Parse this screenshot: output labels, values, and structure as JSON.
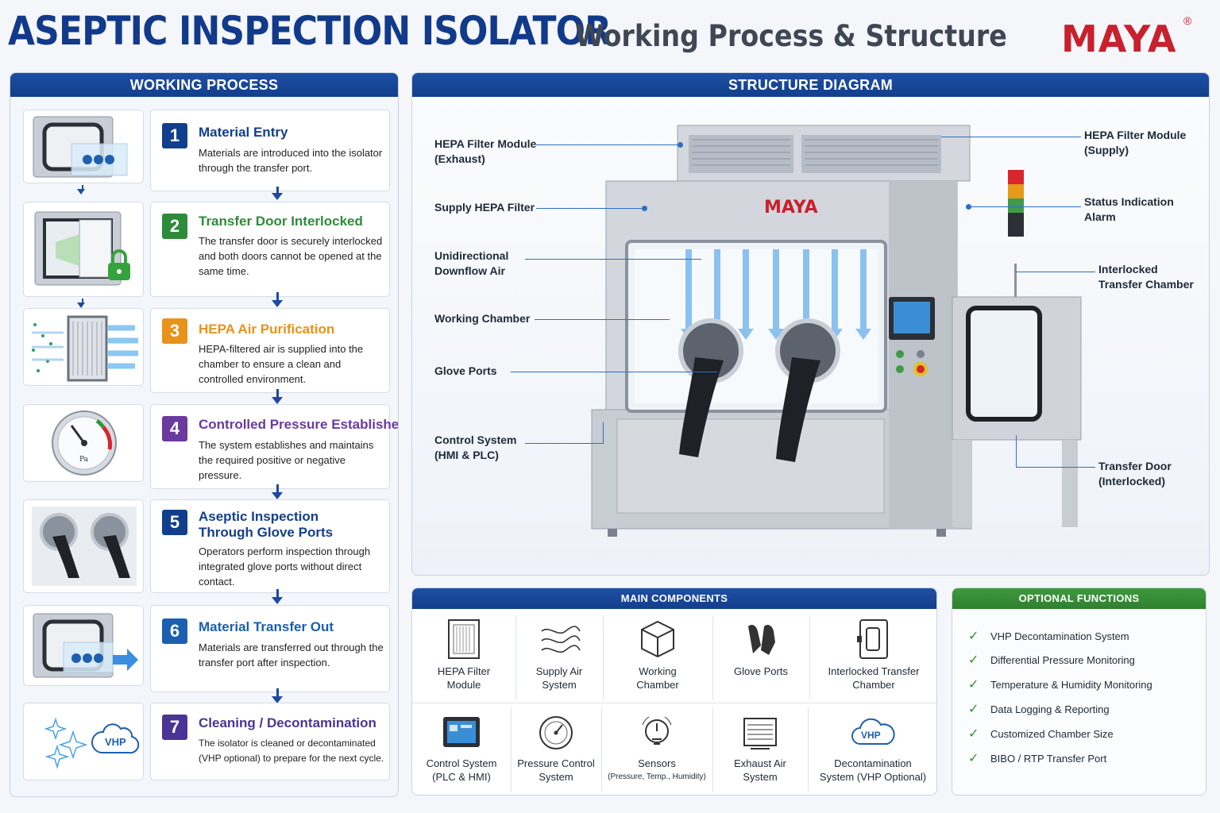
{
  "header": {
    "title": "ASEPTIC INSPECTION ISOLATOR",
    "subtitle": "Working Process & Structure",
    "brand": "MAYA",
    "brand_reg": "®"
  },
  "working_process": {
    "heading": "WORKING PROCESS",
    "steps": [
      {
        "num": "1",
        "title": "Material Entry",
        "desc": "Materials are introduced into the isolator through the transfer port.",
        "color": "#123f8c"
      },
      {
        "num": "2",
        "title": "Transfer Door Interlocked",
        "desc": "The transfer door is securely interlocked and both doors cannot be opened at the same time.",
        "color": "#2e8b3a"
      },
      {
        "num": "3",
        "title": "HEPA Air Purification",
        "desc": "HEPA-filtered air is supplied into the chamber to ensure a clean and controlled environment.",
        "color": "#e8921a"
      },
      {
        "num": "4",
        "title": "Controlled Pressure Established",
        "desc": "The system establishes and maintains the required positive or negative pressure.",
        "color": "#6a3a9e"
      },
      {
        "num": "5",
        "title": "Aseptic Inspection Through Glove Ports",
        "desc": "Operators perform inspection through integrated glove ports without direct contact.",
        "color": "#123f8c"
      },
      {
        "num": "6",
        "title": "Material Transfer Out",
        "desc": "Materials are transferred out through the transfer port after inspection.",
        "color": "#1b5fae"
      },
      {
        "num": "7",
        "title": "Cleaning / Decontamination",
        "desc": "The isolator is cleaned or decontaminated (VHP optional) to prepare for the next cycle.",
        "color": "#4a3596"
      }
    ],
    "gauge_unit": "Pa",
    "vhp_label": "VHP"
  },
  "structure": {
    "heading": "STRUCTURE DIAGRAM",
    "machine_brand": "MAYA",
    "labels": {
      "hepa_exhaust": "HEPA Filter Module (Exhaust)",
      "supply_hepa": "Supply HEPA Filter",
      "downflow": "Unidirectional Downflow Air",
      "working_chamber": "Working Chamber",
      "glove_ports": "Glove Ports",
      "control_system": "Control System (HMI & PLC)",
      "hepa_supply": "HEPA Filter Module (Supply)",
      "status_alarm": "Status Indication Alarm",
      "interlocked_chamber": "Interlocked Transfer Chamber",
      "transfer_door": "Transfer Door (Interlocked)"
    }
  },
  "main_components": {
    "heading": "MAIN COMPONENTS",
    "items": [
      {
        "label": "HEPA Filter Module",
        "icon": "hepa-filter-icon"
      },
      {
        "label": "Supply Air System",
        "icon": "airflow-icon"
      },
      {
        "label": "Working Chamber",
        "icon": "cube-icon"
      },
      {
        "label": "Glove Ports",
        "icon": "gloves-icon"
      },
      {
        "label": "Interlocked Transfer Chamber",
        "icon": "transfer-chamber-icon"
      },
      {
        "label": "Control System (PLC & HMI)",
        "icon": "hmi-screen-icon"
      },
      {
        "label": "Pressure Control System",
        "icon": "pressure-gauge-icon"
      },
      {
        "label": "Sensors",
        "sub": "(Pressure, Temp., Humidity)",
        "icon": "sensor-icon"
      },
      {
        "label": "Exhaust Air System",
        "icon": "exhaust-icon"
      },
      {
        "label": "Decontamination System (VHP Optional)",
        "icon": "vhp-cloud-icon"
      }
    ],
    "vhp": "VHP"
  },
  "optional_functions": {
    "heading": "OPTIONAL FUNCTIONS",
    "items": [
      "VHP Decontamination System",
      "Differential Pressure Monitoring",
      "Temperature & Humidity Monitoring",
      "Data Logging & Reporting",
      "Customized Chamber Size",
      "BIBO / RTP Transfer Port"
    ],
    "accent": "#2f8f2f"
  }
}
